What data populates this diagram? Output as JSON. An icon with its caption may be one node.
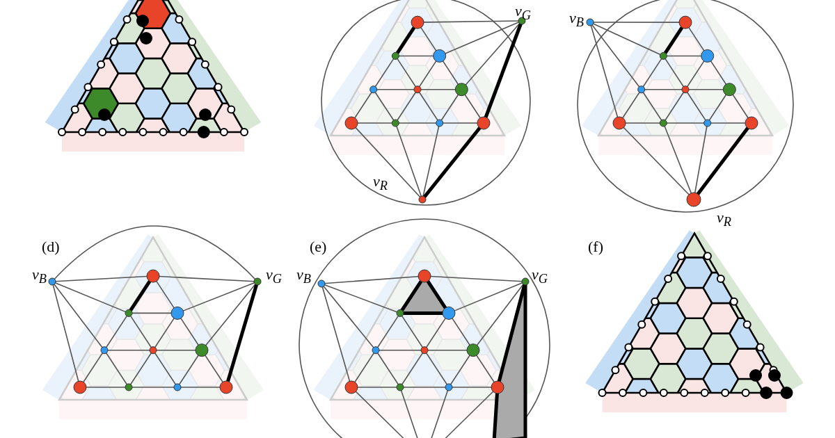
{
  "diagram": {
    "labels": [
      "v$_{G}$",
      "v$_{B}$",
      "v$_{R}$",
      "v$_{R}$",
      "(d)",
      "v$_{B}$",
      "v$_{G}$",
      "(e)",
      "v$_{B}$",
      "v$_{G}$",
      "(f)"
    ]
  }
}
